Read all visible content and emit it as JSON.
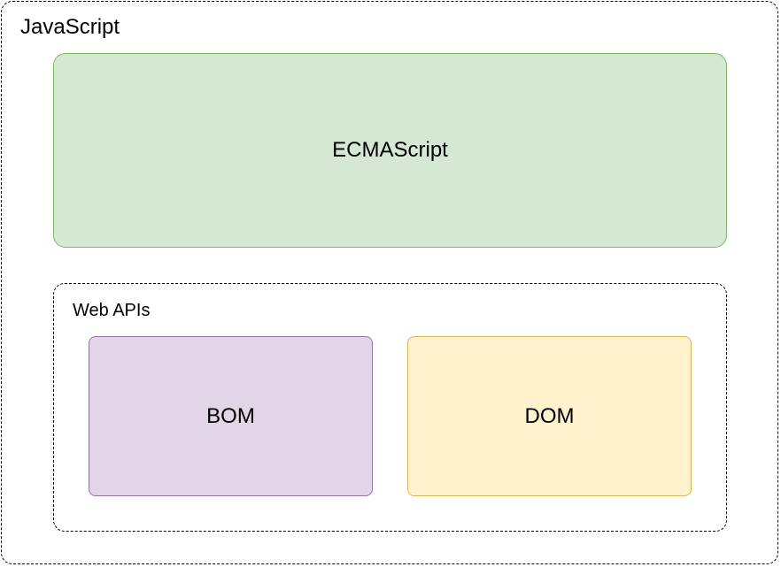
{
  "diagram": {
    "container": {
      "label": "JavaScript",
      "border_style": "dashed"
    },
    "core": {
      "label": "ECMAScript",
      "fill": "#d5e8d4",
      "stroke": "#82b366"
    },
    "web_apis": {
      "label": "Web APIs",
      "border_style": "dashed",
      "children": [
        {
          "label": "BOM",
          "fill": "#e1d5e7",
          "stroke": "#9673a6"
        },
        {
          "label": "DOM",
          "fill": "#fff2cc",
          "stroke": "#d6b656"
        }
      ]
    }
  }
}
